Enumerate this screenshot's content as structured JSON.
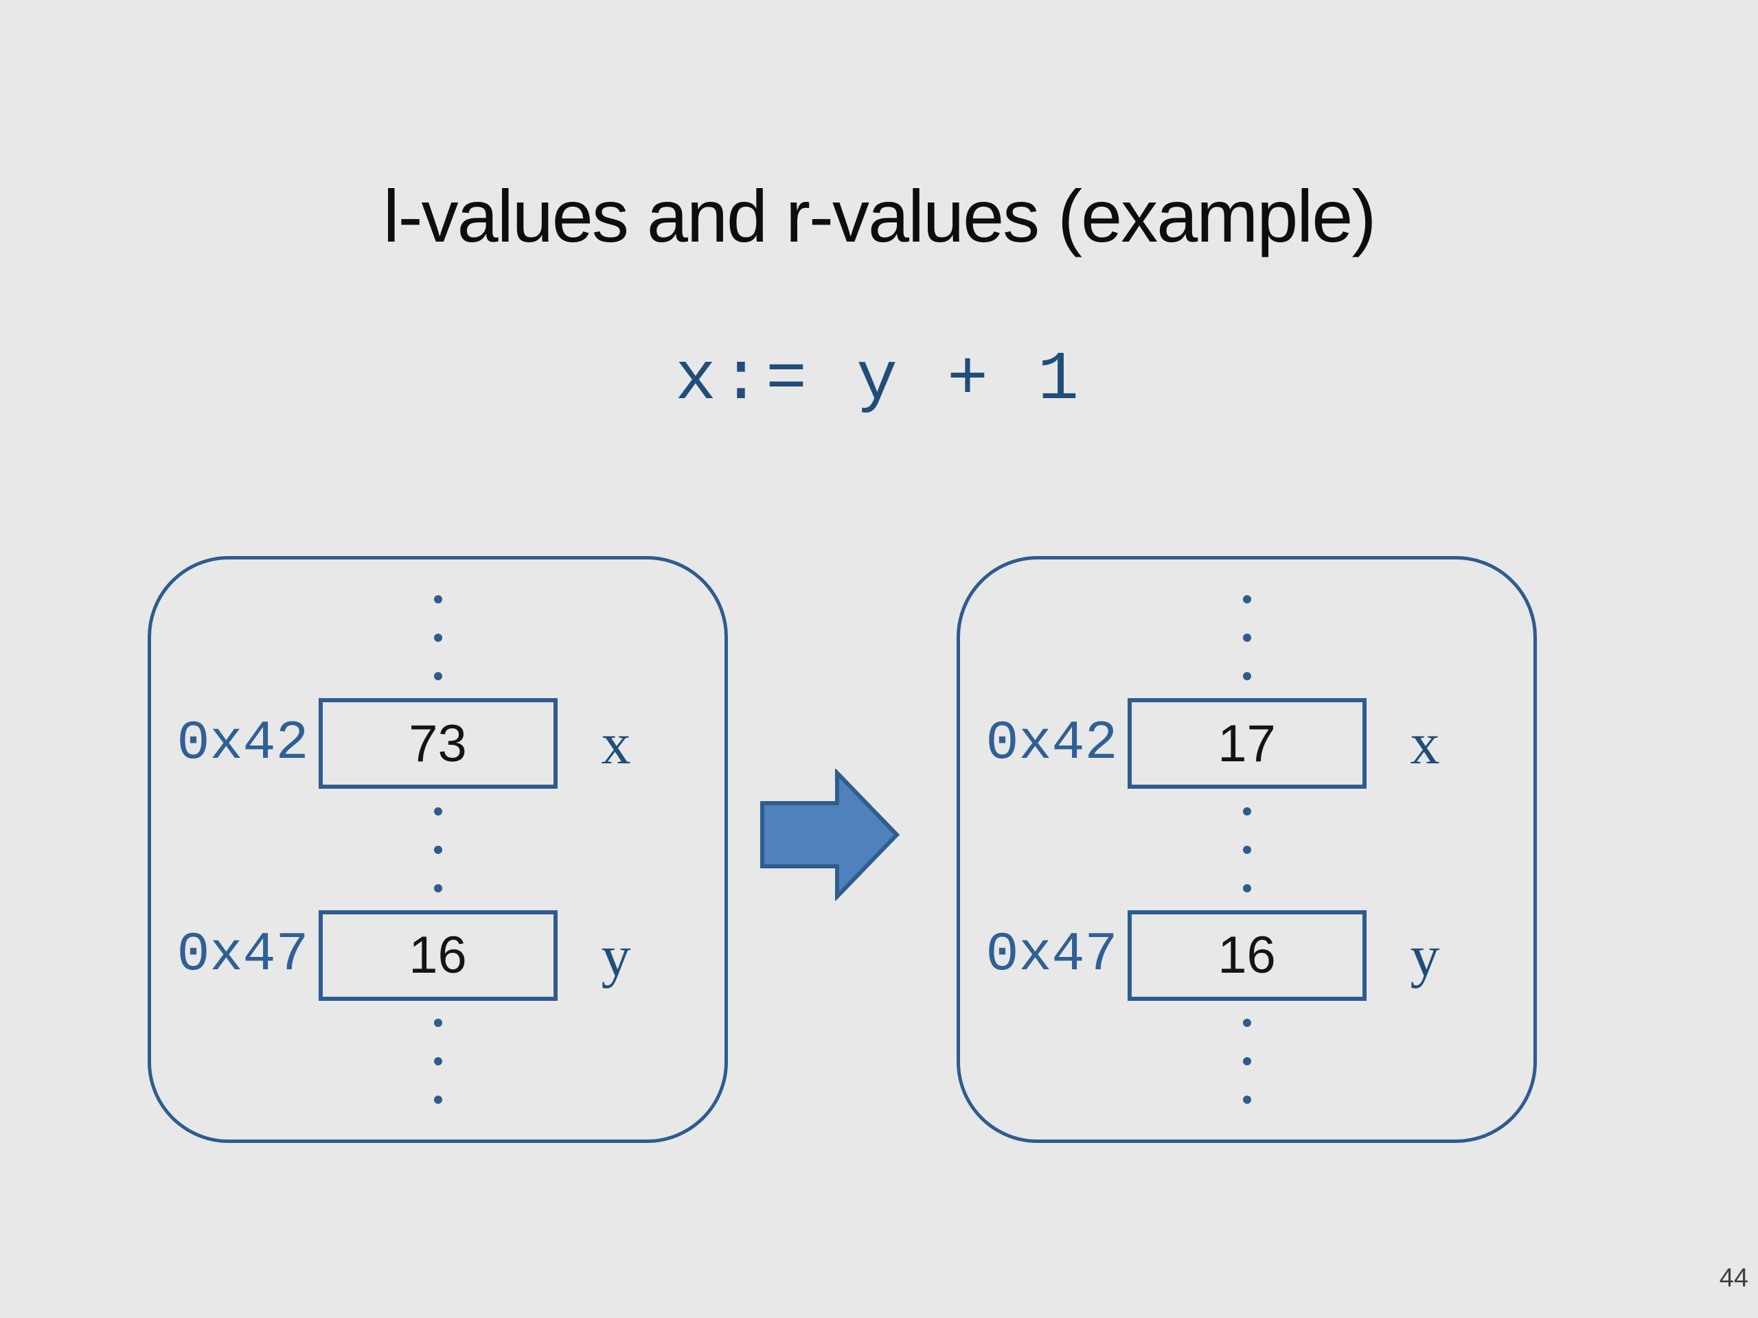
{
  "slide": {
    "title": "l-values and r-values (example)",
    "code_expression": "x:= y + 1",
    "page_number": "44"
  },
  "colors": {
    "background": "#e8e8e8",
    "title_text": "#0d0d0d",
    "code_text": "#1f4e79",
    "diagram_stroke": "#2e5c8e",
    "address_text": "#2f6095",
    "variable_text": "#1f4e79",
    "value_text": "#141414",
    "arrow_fill": "#4f81bd",
    "arrow_stroke": "#2f5d8c",
    "page_number_text": "#3f3f3f"
  },
  "diagram": {
    "before": {
      "cells": [
        {
          "address": "0x42",
          "value": "73",
          "variable": "x"
        },
        {
          "address": "0x47",
          "value": "16",
          "variable": "y"
        }
      ]
    },
    "after": {
      "cells": [
        {
          "address": "0x42",
          "value": "17",
          "variable": "x"
        },
        {
          "address": "0x47",
          "value": "16",
          "variable": "y"
        }
      ]
    }
  }
}
